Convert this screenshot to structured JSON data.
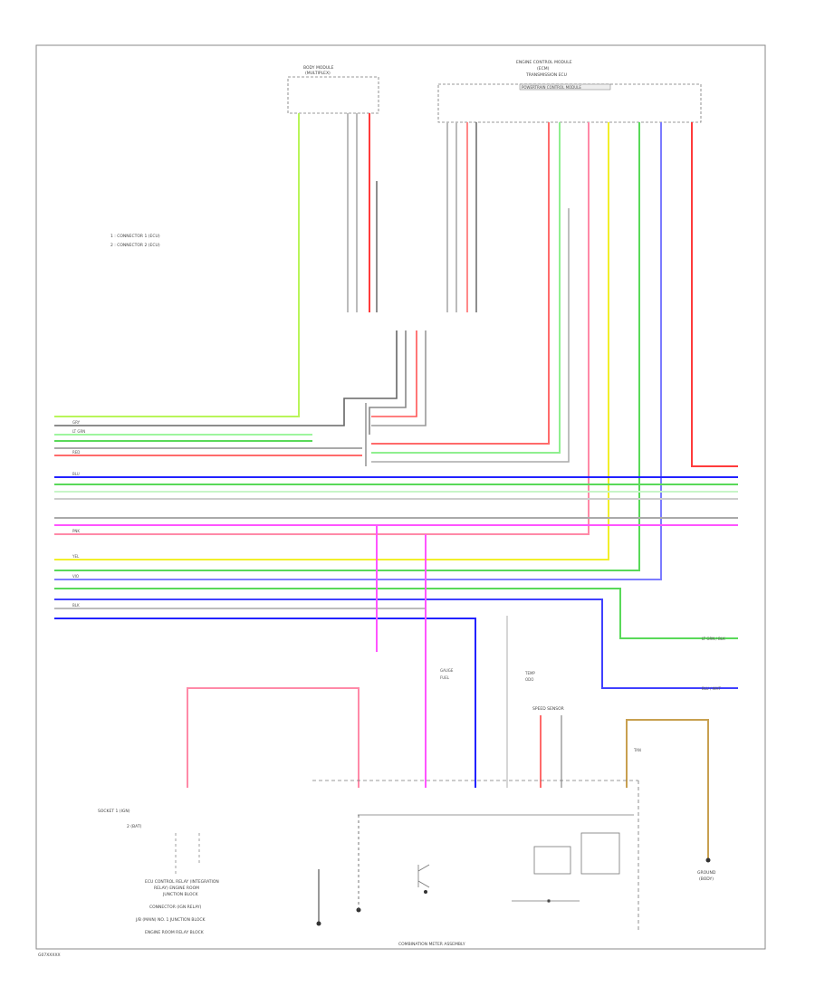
{
  "diagram": {
    "footer_code": "G07XXXXX",
    "bottom_caption": "COMBINATION METER ASSEMBLY",
    "legend": [
      "1 : CONNECTOR 1 (ECU)",
      "2 : CONNECTOR 2 (ECU)"
    ],
    "top_components": {
      "left_module": [
        "BODY MODULE",
        "(MULTIPLEX)"
      ],
      "right_module": [
        "ENGINE CONTROL MODULE",
        "(ECM)",
        "TRANSMISSION ECU"
      ],
      "right_module_bar": "POWERTRAIN CONTROL MODULE"
    },
    "right_labels": [
      "LT GRN / BLK",
      "BLU / WHT"
    ],
    "left_block_labels": [
      "ECU CONTROL RELAY (INTEGRATION",
      "RELAY) ENGINE ROOM",
      "JUNCTION BLOCK",
      "CONNECTOR (IGN RELAY)",
      "J/B (MAIN) NO. 1 JUNCTION BLOCK",
      "ENGINE ROOM RELAY BLOCK"
    ],
    "left_side_labels": [
      "SOCKET 1 (IGN)",
      "2 (BAT)"
    ],
    "ground_label": [
      "GROUND",
      "(BODY)"
    ],
    "meter_labels": [
      "SPEED SENSOR",
      "GAUGE",
      "FUEL",
      "TEMP",
      "ODO"
    ],
    "wire_labels": {
      "gry": "GRY",
      "ltgrn": "LT GRN",
      "red": "RED",
      "blu": "BLU",
      "yel": "YEL",
      "pnk": "PNK",
      "vio": "VIO",
      "blk": "BLK",
      "tan": "TAN"
    },
    "colors": {
      "red": "#ff3b3b",
      "pink": "#ff8aa8",
      "green": "#59d959",
      "ltgreen": "#9ef59e",
      "blue": "#2222ff",
      "ltblue": "#7c7cff",
      "yellow": "#f2ef2a",
      "magenta": "#ff55ff",
      "gray": "#9a9a9a",
      "dark": "#303030",
      "tan": "#c8a050"
    }
  }
}
